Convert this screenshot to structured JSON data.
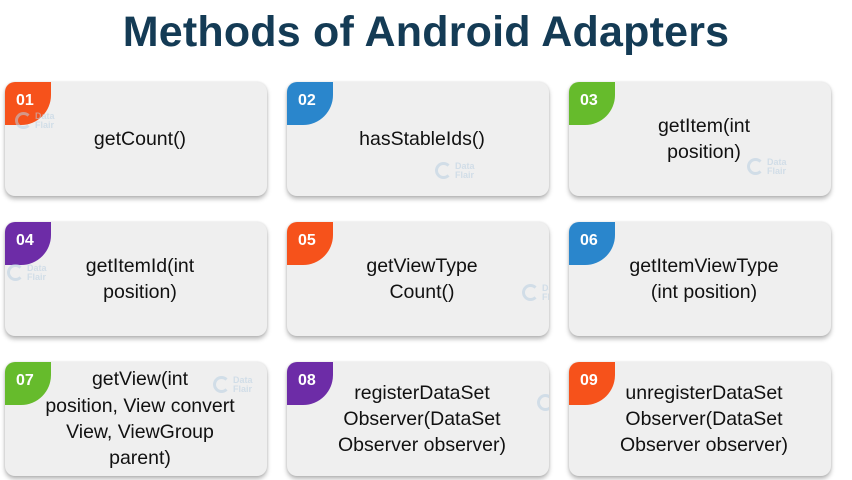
{
  "title": "Methods of Android Adapters",
  "watermark": {
    "line1": "Data",
    "line2": "Flair"
  },
  "cards": [
    {
      "number": "01",
      "label": "getCount()",
      "color": "#f6521b"
    },
    {
      "number": "02",
      "label": "hasStableIds()",
      "color": "#2a86cc"
    },
    {
      "number": "03",
      "label": "getItem(int\nposition)",
      "color": "#66bb2c"
    },
    {
      "number": "04",
      "label": "getItemId(int\nposition)",
      "color": "#6d2ca7"
    },
    {
      "number": "05",
      "label": "getViewType\nCount()",
      "color": "#f6521b"
    },
    {
      "number": "06",
      "label": "getItemViewType\n(int position)",
      "color": "#2a86cc"
    },
    {
      "number": "07",
      "label": "getView(int\nposition, View convert\nView, ViewGroup parent)",
      "color": "#66bb2c"
    },
    {
      "number": "08",
      "label": "registerDataSet\nObserver(DataSet\nObserver observer)",
      "color": "#6d2ca7"
    },
    {
      "number": "09",
      "label": "unregisterDataSet\nObserver(DataSet\nObserver observer)",
      "color": "#f6521b"
    }
  ]
}
